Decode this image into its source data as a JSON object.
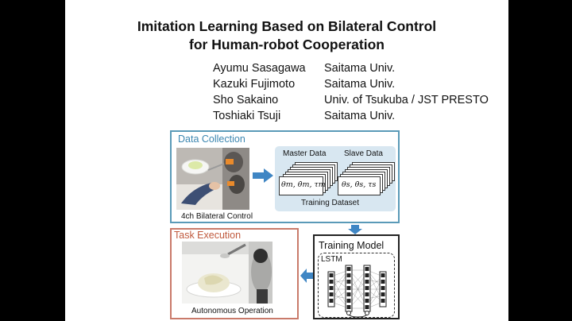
{
  "title": {
    "line1": "Imitation Learning Based on Bilateral Control",
    "line2": "for Human-robot Cooperation"
  },
  "authors": [
    {
      "name": "Ayumu Sasagawa",
      "affiliation": "Saitama Univ."
    },
    {
      "name": "Kazuki Fujimoto",
      "affiliation": "Saitama Univ."
    },
    {
      "name": "Sho Sakaino",
      "affiliation": "Univ. of Tsukuba / JST PRESTO"
    },
    {
      "name": "Toshiaki Tsuji",
      "affiliation": "Saitama Univ."
    }
  ],
  "diagram": {
    "data_collection": {
      "label": "Data Collection",
      "photo_caption": "4ch Bilateral Control",
      "master_label": "Master Data",
      "slave_label": "Slave Data",
      "master_formula": "θm, θ̇m, τm",
      "slave_formula": "θs, θ̇s, τs",
      "dataset_label": "Training Dataset"
    },
    "task_execution": {
      "label": "Task Execution",
      "photo_caption": "Autonomous Operation"
    },
    "training_model": {
      "label": "Training Model",
      "network_label": "LSTM"
    },
    "colors": {
      "data_collection": "#5a9ab8",
      "task_execution": "#c97a6a",
      "arrow": "#3f86c4",
      "dataset_bg": "#d8e7f1"
    }
  }
}
